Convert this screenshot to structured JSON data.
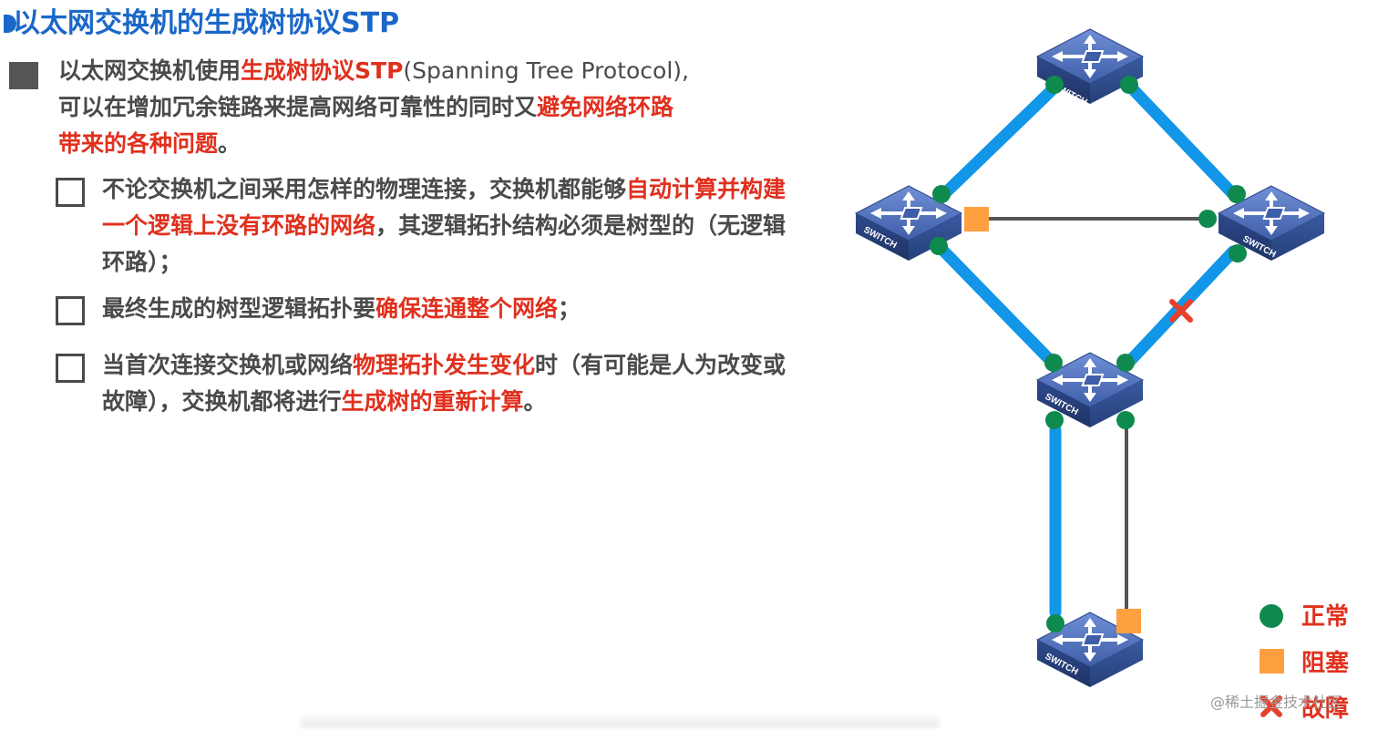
{
  "title": "以太网交换机的生成树协议STP",
  "intro": {
    "p1": "以太网交换机使用",
    "p2": "生成树协议STP",
    "p3": "(Spanning Tree Protocol),",
    "p4": "可以在增加冗余链路来提高网络可靠性的同时又",
    "p5": "避免网络环路",
    "p6": "带来的各种问题",
    "p7": "。"
  },
  "items": [
    {
      "a": "不论交换机之间采用怎样的物理连接，交换机都能够",
      "b": "自动计算并构建一个逻辑上没有环路的网络",
      "c": "，其逻辑拓扑结构必须是树型的（无逻辑环路）；"
    },
    {
      "a": "最终生成的树型逻辑拓扑要",
      "b": "确保连通整个网络",
      "c": "；"
    },
    {
      "a": "当首次连接交换机或网络",
      "b": "物理拓扑发生变化",
      "c": "时（有可能是人为改变或故障），交换机都将进行",
      "d": "生成树的重新计算",
      "e": "。"
    }
  ],
  "switch_label": "SWITCH",
  "legend": {
    "normal": "正常",
    "blocked": "阻塞",
    "fault": "故障"
  },
  "watermark": "@稀土掘金技术社区",
  "colors": {
    "title": "#1a67c9",
    "highlight": "#e0301e",
    "link_active": "#1296e8",
    "link_blocked": "#555555",
    "port_normal": "#0f8a4f",
    "port_blocked": "#ffa040",
    "fault": "#e8402a",
    "switch_body": "#3f5ea8"
  }
}
